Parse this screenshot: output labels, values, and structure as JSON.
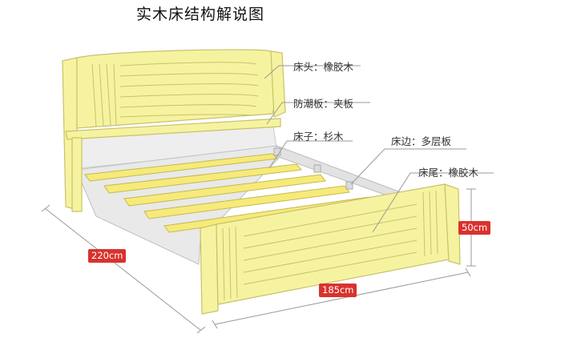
{
  "title": "实木床结构解说图",
  "callouts": {
    "headboard": "床头：橡胶木",
    "moisture_board": "防潮板：夹板",
    "slats": "床子：杉木",
    "side_rail": "床边：多层板",
    "footboard": "床尾：橡胶木"
  },
  "dimensions": {
    "length": "220cm",
    "width": "185cm",
    "height": "50cm"
  },
  "colors": {
    "wood_fill": "#f6f3a0",
    "wood_stroke": "#c9c16a",
    "panel_gray": "#ececec",
    "line_gray": "#999999",
    "badge_red": "#d9322d"
  }
}
